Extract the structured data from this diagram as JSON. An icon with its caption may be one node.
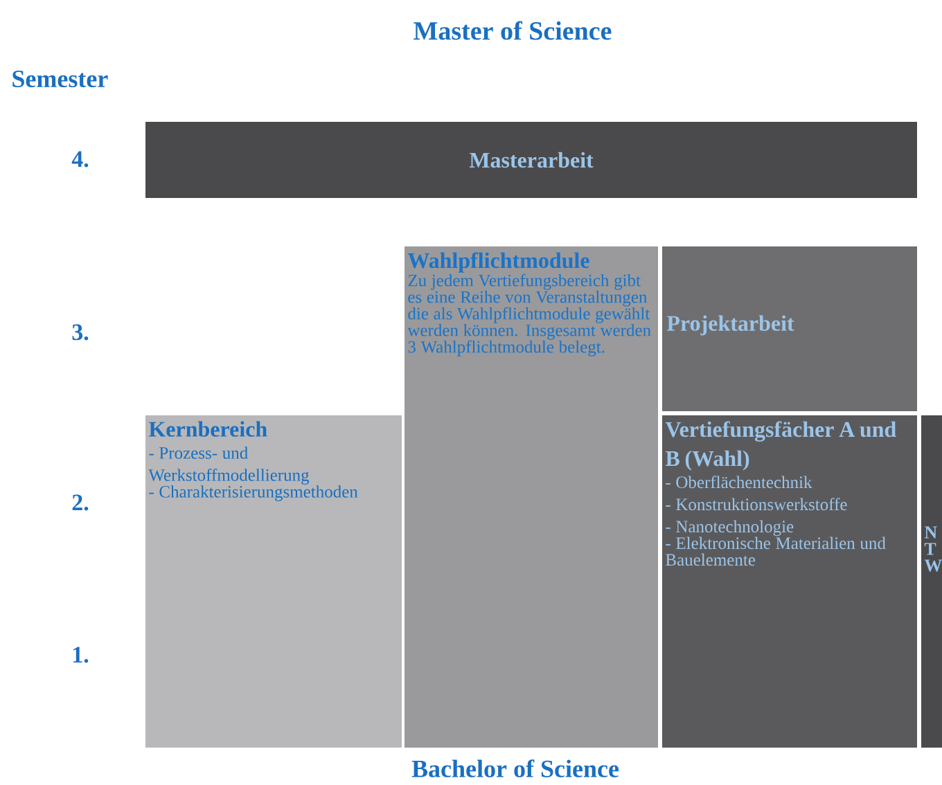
{
  "diagram": {
    "title": "Master of Science",
    "nodes": [
      {
        "text": [
          "Masterarbeit"
        ]
      },
      {
        "text": [
          "Wahlpflichtmodule",
          "Zu jedem Vertiefungsbereich gibt es eine Reihe von Veranstaltungen die als Wahlpflichtmodule gewählt werden können. Insgesamt werden 3 Wahlpflichtmodule belegt."
        ]
      },
      {
        "text": [
          "Projektarbeit"
        ]
      },
      {
        "text": [
          "Kernbereich",
          "- Prozess- und Werkstoffmodellierung",
          "- Charakterisierungsmethoden"
        ]
      },
      {
        "text": [
          "Vertiefungsfächer A und B (Wahl)",
          "- Oberflächentechnik",
          "- Konstruktionswerkstoffe",
          "- Nanotechnologie",
          "- Elektronische Materialien und Bauelemente"
        ]
      },
      {
        "text": [
          "N T W"
        ]
      }
    ],
    "labels": [
      "Semester",
      "4.",
      "3.",
      "2.",
      "1.",
      "Bachelor of Science"
    ]
  }
}
